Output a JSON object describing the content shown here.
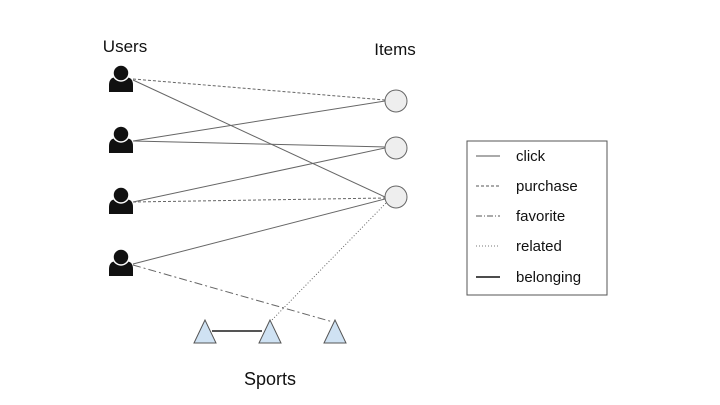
{
  "labels": {
    "users": "Users",
    "items": "Items",
    "sports": "Sports"
  },
  "legend": {
    "entries": [
      {
        "style": "solid",
        "label": "click"
      },
      {
        "style": "dashed",
        "label": "purchase"
      },
      {
        "style": "dashdot",
        "label": "favorite"
      },
      {
        "style": "dotted",
        "label": "related"
      },
      {
        "style": "thick",
        "label": "belonging"
      }
    ]
  },
  "colors": {
    "user_icon": "#111111",
    "item_fill": "#eeeeee",
    "item_stroke": "#666666",
    "triangle_fill": "#cfe2f3",
    "triangle_stroke": "#555555",
    "edge": "#666666"
  },
  "counts": {
    "users": 4,
    "items": 3,
    "categories": 3
  }
}
